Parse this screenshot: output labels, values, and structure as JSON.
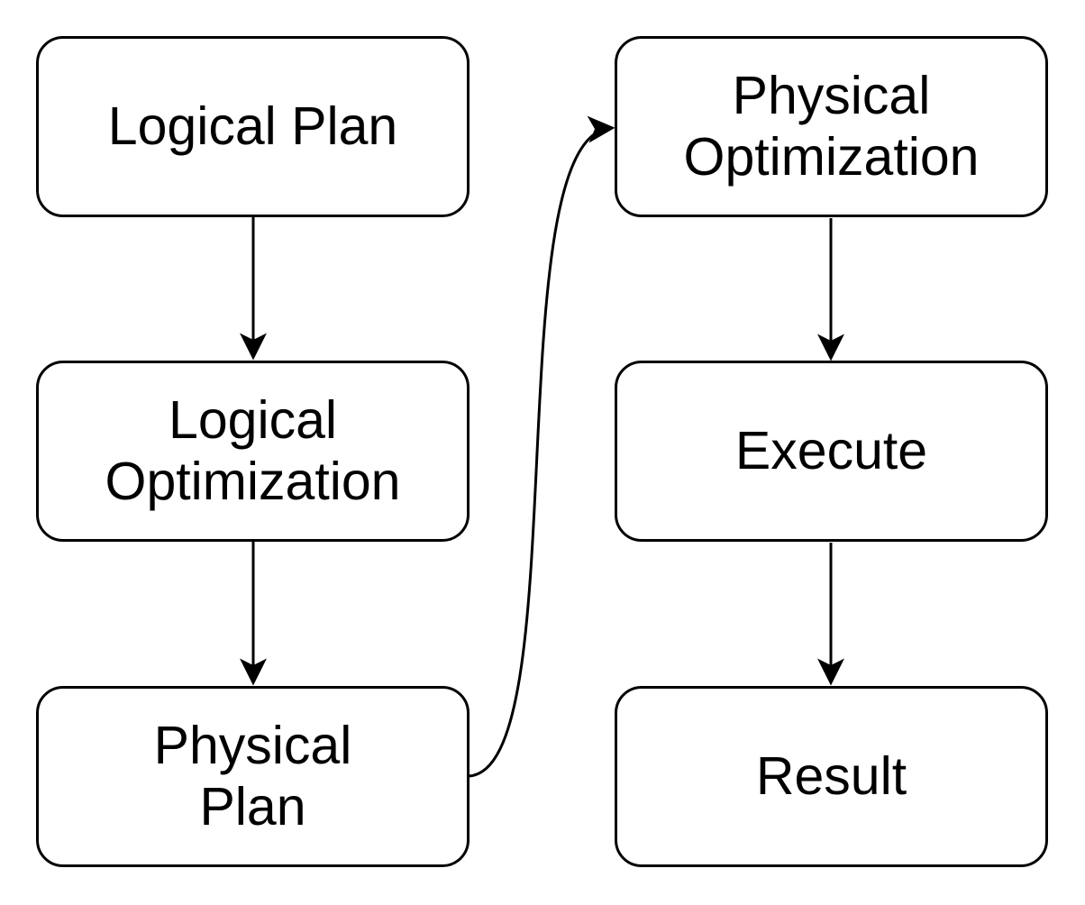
{
  "diagram": {
    "background_color": "#ffffff",
    "node_fill_color": "#ffffff",
    "stroke_color": "#000000",
    "text_color": "#000000",
    "nodes": [
      {
        "id": "logical-plan",
        "label": "Logical Plan"
      },
      {
        "id": "logical-optimization",
        "label": "Logical\nOptimization"
      },
      {
        "id": "physical-plan",
        "label": "Physical\nPlan"
      },
      {
        "id": "physical-optimization",
        "label": "Physical\nOptimization"
      },
      {
        "id": "execute",
        "label": "Execute"
      },
      {
        "id": "result",
        "label": "Result"
      }
    ],
    "edges": [
      {
        "from": "logical-plan",
        "to": "logical-optimization"
      },
      {
        "from": "logical-optimization",
        "to": "physical-plan"
      },
      {
        "from": "physical-plan",
        "to": "physical-optimization"
      },
      {
        "from": "physical-optimization",
        "to": "execute"
      },
      {
        "from": "execute",
        "to": "result"
      }
    ]
  }
}
